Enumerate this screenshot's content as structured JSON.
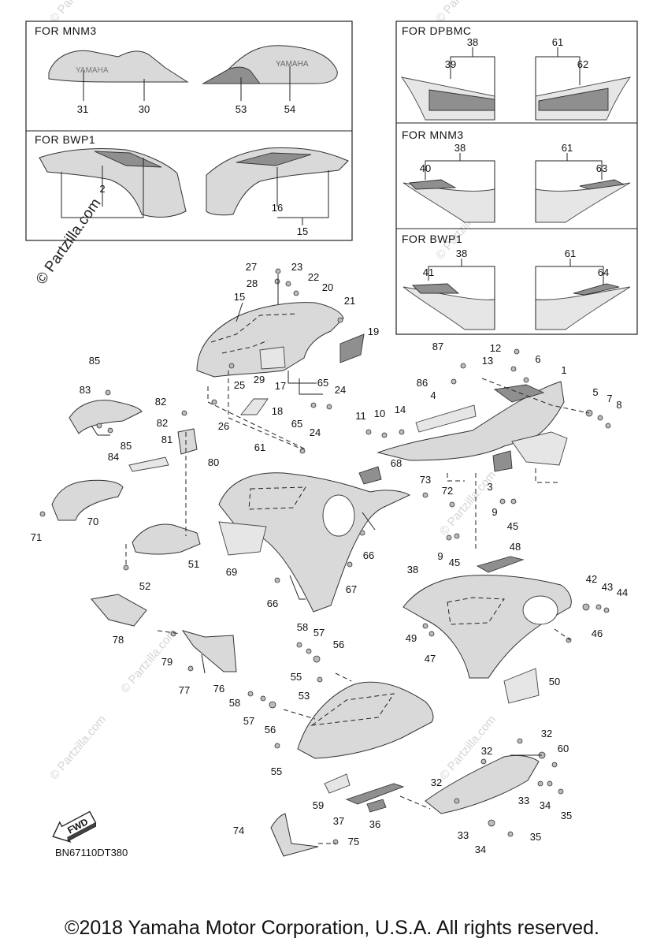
{
  "panels": {
    "top_left": [
      {
        "title": "FOR  MNM3",
        "labels": [
          "31",
          "30",
          "53",
          "54"
        ],
        "logo_text": "YAMAHA"
      },
      {
        "title": "FOR  BWP1",
        "labels": [
          "2",
          "16",
          "15"
        ]
      }
    ],
    "top_right": [
      {
        "title": "FOR  DPBMC",
        "labels": [
          "38",
          "39",
          "61",
          "62"
        ]
      },
      {
        "title": "FOR  MNM3",
        "labels": [
          "38",
          "40",
          "61",
          "63"
        ]
      },
      {
        "title": "FOR  BWP1",
        "labels": [
          "38",
          "41",
          "61",
          "64"
        ]
      }
    ]
  },
  "callouts": [
    "1",
    "3",
    "4",
    "5",
    "6",
    "7",
    "8",
    "9",
    "10",
    "11",
    "12",
    "13",
    "14",
    "15",
    "17",
    "18",
    "19",
    "20",
    "21",
    "22",
    "23",
    "24",
    "25",
    "26",
    "27",
    "28",
    "29",
    "32",
    "33",
    "34",
    "35",
    "36",
    "37",
    "38",
    "42",
    "43",
    "44",
    "45",
    "46",
    "47",
    "48",
    "49",
    "50",
    "51",
    "52",
    "53",
    "55",
    "56",
    "57",
    "58",
    "59",
    "60",
    "61",
    "65",
    "66",
    "67",
    "68",
    "69",
    "70",
    "71",
    "72",
    "73",
    "74",
    "75",
    "76",
    "77",
    "78",
    "79",
    "80",
    "81",
    "82",
    "83",
    "84",
    "85",
    "86",
    "87"
  ],
  "fwd_label": "FWD",
  "figure_code": "BN67110DT380",
  "watermark": "© Partzilla.com",
  "copyright": "©2018 Yamaha Motor Corporation, U.S.A. All rights reserved."
}
